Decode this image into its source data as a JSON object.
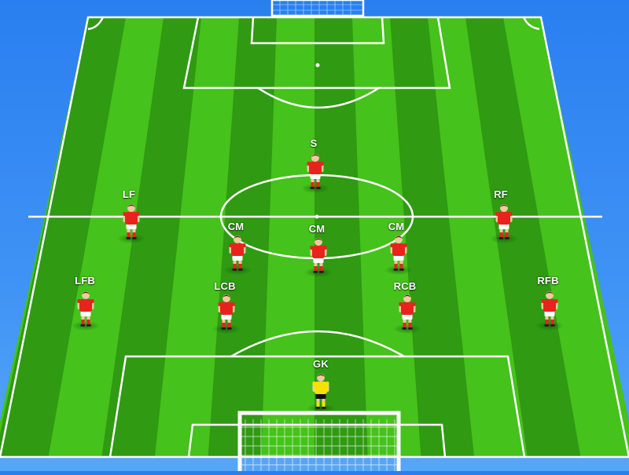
{
  "colors": {
    "sky": "#3f93f5",
    "grass_light": "#45c21b",
    "grass_dark": "#2f9a12",
    "lines": "#ffffff",
    "outfield_shirt": "#e8231d",
    "outfield_shorts": "#ffffff",
    "goalkeeper_shirt": "#f2e400",
    "goalkeeper_shorts": "#111111"
  },
  "players": [
    {
      "label": "S",
      "role": "outfield"
    },
    {
      "label": "LF",
      "role": "outfield"
    },
    {
      "label": "RF",
      "role": "outfield"
    },
    {
      "label": "CM",
      "role": "outfield"
    },
    {
      "label": "CM",
      "role": "outfield"
    },
    {
      "label": "CM",
      "role": "outfield"
    },
    {
      "label": "LFB",
      "role": "outfield"
    },
    {
      "label": "LCB",
      "role": "outfield"
    },
    {
      "label": "RCB",
      "role": "outfield"
    },
    {
      "label": "RFB",
      "role": "outfield"
    },
    {
      "label": "GK",
      "role": "goalkeeper"
    }
  ]
}
